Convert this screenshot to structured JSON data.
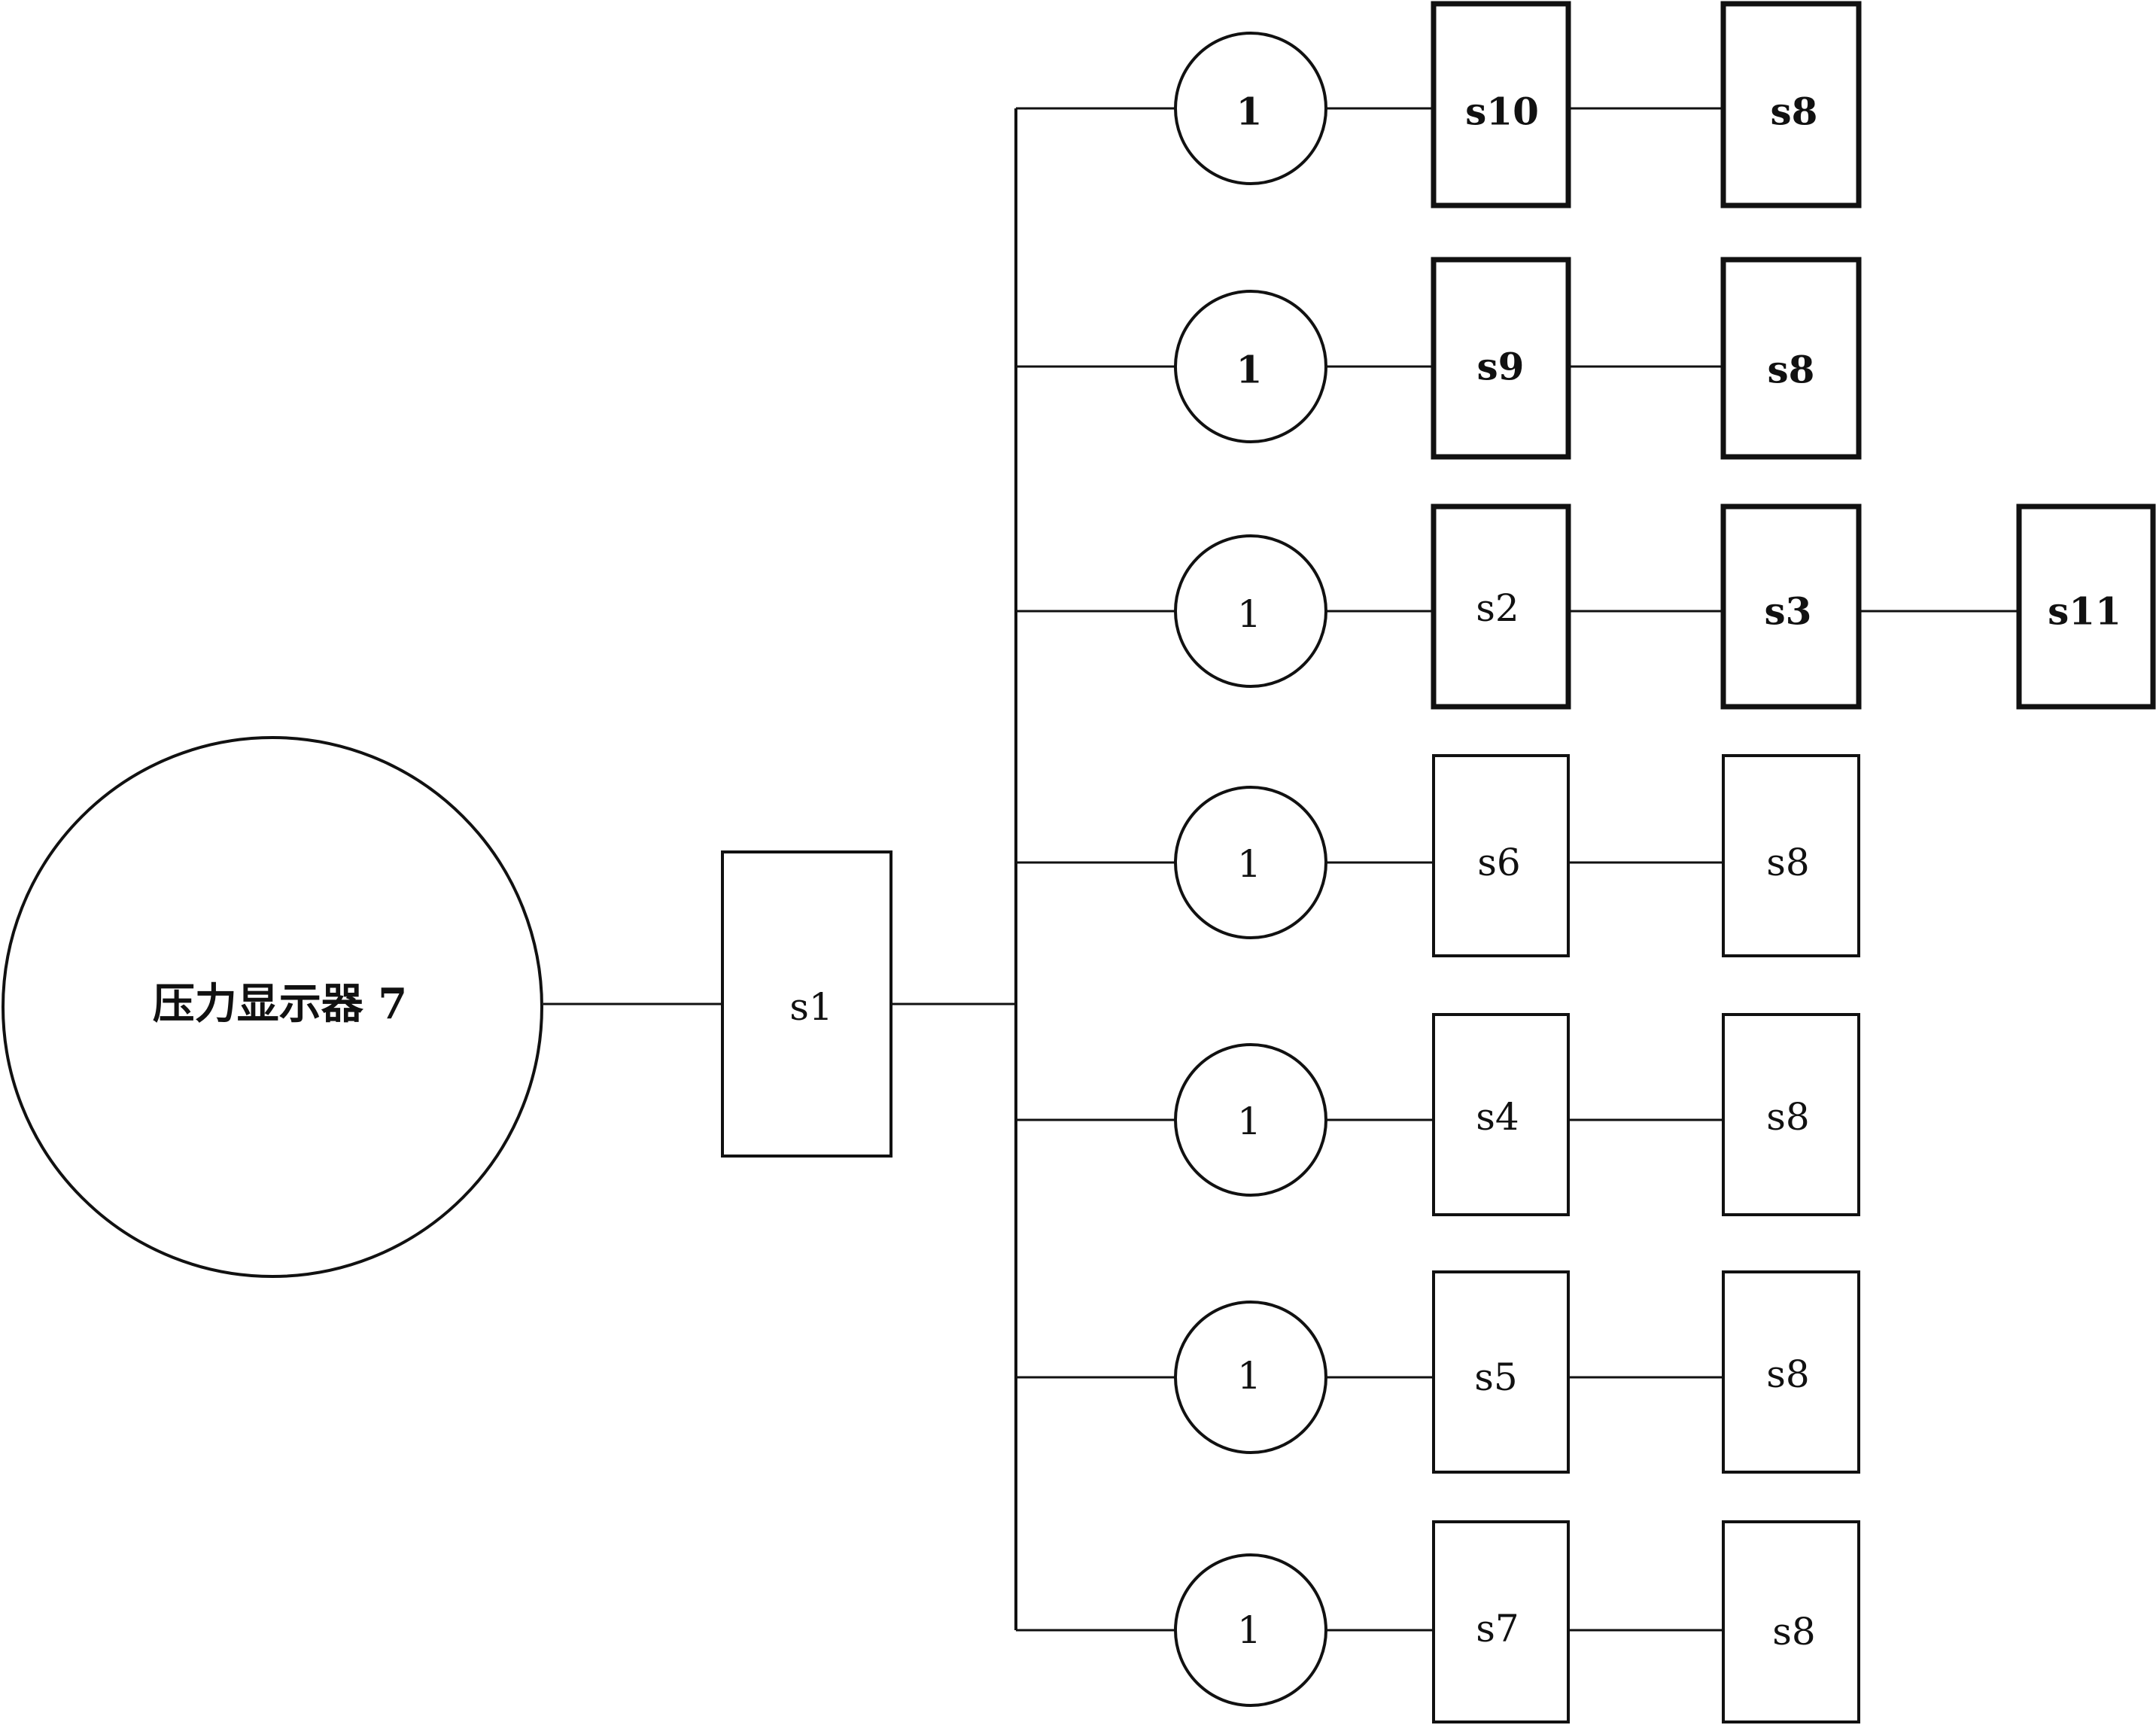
{
  "display": {
    "label": "压力显示器 7"
  },
  "hub": {
    "label": "s1"
  },
  "branches": [
    {
      "sensor": "1",
      "nodes": [
        "s10",
        "s8"
      ]
    },
    {
      "sensor": "1",
      "nodes": [
        "s9",
        "s8"
      ]
    },
    {
      "sensor": "1",
      "nodes": [
        "s2",
        "s3",
        "s11"
      ]
    },
    {
      "sensor": "1",
      "nodes": [
        "s6",
        "s8"
      ]
    },
    {
      "sensor": "1",
      "nodes": [
        "s4",
        "s8"
      ]
    },
    {
      "sensor": "1",
      "nodes": [
        "s5",
        "s8"
      ]
    },
    {
      "sensor": "1",
      "nodes": [
        "s7",
        "s8"
      ]
    }
  ]
}
